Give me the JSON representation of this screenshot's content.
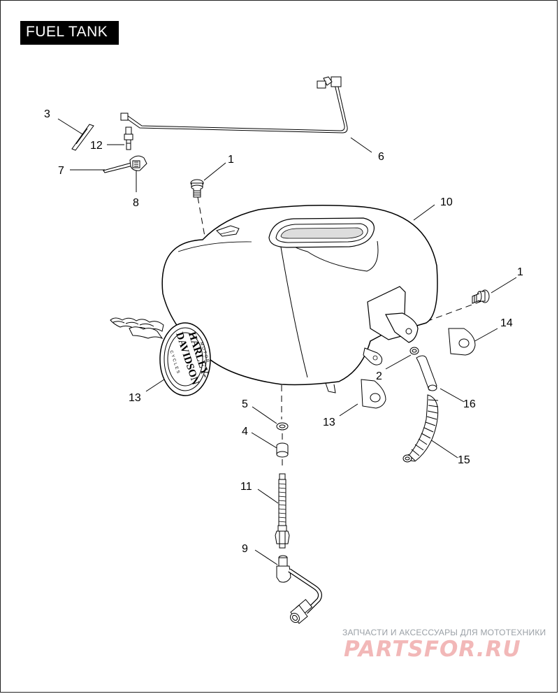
{
  "title": "FUEL TANK",
  "callouts": [
    {
      "id": "c3",
      "text": "3"
    },
    {
      "id": "c12",
      "text": "12"
    },
    {
      "id": "c7",
      "text": "7"
    },
    {
      "id": "c8",
      "text": "8"
    },
    {
      "id": "c6",
      "text": "6"
    },
    {
      "id": "c1a",
      "text": "1"
    },
    {
      "id": "c10",
      "text": "10"
    },
    {
      "id": "c1b",
      "text": "1"
    },
    {
      "id": "c14",
      "text": "14"
    },
    {
      "id": "c2",
      "text": "2"
    },
    {
      "id": "c16",
      "text": "16"
    },
    {
      "id": "c13a",
      "text": "13"
    },
    {
      "id": "c13b",
      "text": "13"
    },
    {
      "id": "c5",
      "text": "5"
    },
    {
      "id": "c4",
      "text": "4"
    },
    {
      "id": "c15",
      "text": "15"
    },
    {
      "id": "c11",
      "text": "11"
    },
    {
      "id": "c9",
      "text": "9"
    }
  ],
  "emblem": {
    "ring_top": "MOTOR",
    "line1": "HARLEY-",
    "line2": "DAVIDSON",
    "ring_bottom": "CYCLES"
  },
  "watermark": {
    "tagline": "ЗАПЧАСТИ И АКСЕССУАРЫ ДЛЯ МОТОТЕХНИКИ",
    "logo": "PARTSFOR.RU"
  }
}
